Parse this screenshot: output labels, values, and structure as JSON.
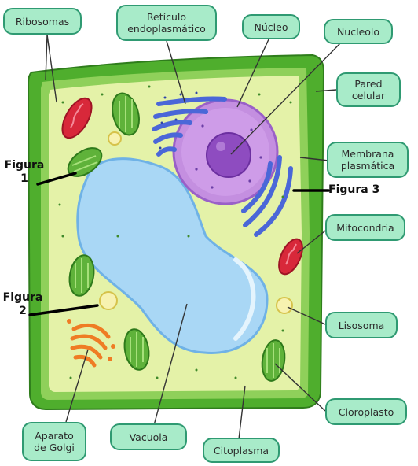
{
  "labels": {
    "ribosomas": "Ribosomas",
    "reticulo": "Retículo\nendoplasmático",
    "nucleo": "Núcleo",
    "nucleolo": "Nucleolo",
    "pared": "Pared\ncelular",
    "membrana": "Membrana\nplasmática",
    "mitocondria": "Mitocondria",
    "lisosoma": "Lisosoma",
    "cloroplasto": "Cloroplasto",
    "citoplasma": "Citoplasma",
    "vacuola": "Vacuola",
    "golgi": "Aparato\nde Golgi"
  },
  "figures": {
    "fig1": "Figura\n1",
    "fig2": "Figura\n2",
    "fig3": "Figura 3"
  },
  "colors": {
    "wall": "#4fae2d",
    "cytoplasm": "#e4f2a8",
    "vacuole": "#a9d7f5",
    "nucleus": "#c48fe0",
    "nucleolus": "#8e4cc0",
    "er": "#4a67d8",
    "mitochondria": "#d8283a",
    "chloroplast": "#5fb23a",
    "golgi": "#ef7c24",
    "label_fill": "#a8ebc9",
    "label_border": "#2f9a72"
  }
}
